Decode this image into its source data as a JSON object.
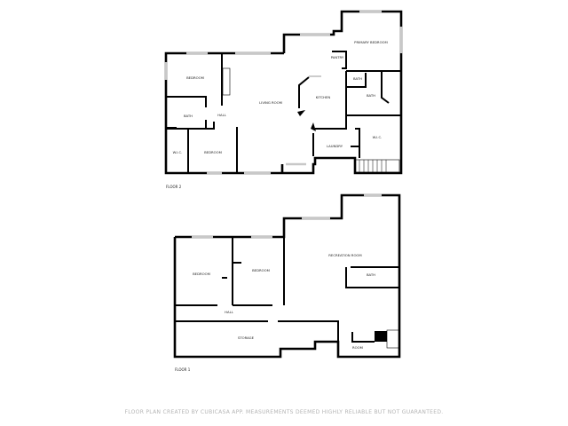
{
  "floor2": {
    "label": "FLOOR 2",
    "rooms": {
      "bedroom_nw": "BEDROOM",
      "bath_w": "BATH",
      "hall": "HALL",
      "wic_w": "W.I.C.",
      "bedroom_sw": "BEDROOM",
      "living_room": "LIVING ROOM",
      "kitchen": "KITCHEN",
      "pantry": "PANTRY",
      "laundry": "LAUNDRY",
      "primary_bedroom": "PRIMARY BEDROOM",
      "bath_small": "BATH",
      "bath_primary": "BATH",
      "wic_e": "W.I.C."
    }
  },
  "floor1": {
    "label": "FLOOR 1",
    "rooms": {
      "bedroom_w": "BEDROOM",
      "bedroom_e": "BEDROOM",
      "recreation_room": "RECREATION ROOM",
      "bath": "BATH",
      "hall": "HALL",
      "storage": "STORAGE",
      "room": "ROOM"
    }
  },
  "footer": "FLOOR PLAN CREATED BY CUBICASA APP. MEASUREMENTS DEEMED HIGHLY RELIABLE BUT NOT GUARANTEED."
}
